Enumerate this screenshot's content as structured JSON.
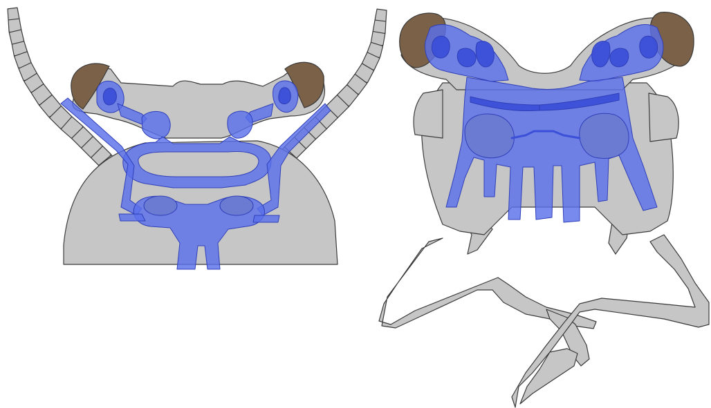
{
  "figure": {
    "panels": [
      {
        "id": "left",
        "view": "head-with-antennae"
      },
      {
        "id": "right",
        "view": "head-with-raptorial-appendages"
      }
    ],
    "colors": {
      "background": "#ffffff",
      "body": "#c6c6c6",
      "body_stroke": "#3a3a3a",
      "neural": "#5a70ea",
      "neural_stroke": "#2f3fb8",
      "neural_dark": "#3b4fd8",
      "eye": "#7b6147",
      "ganglion": "#6c7bd2"
    }
  }
}
